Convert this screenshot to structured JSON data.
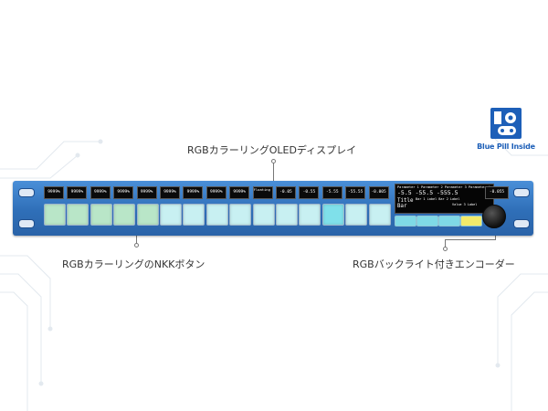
{
  "brand": {
    "logo_text": "Blue Pill Inside",
    "logo_color": "#1d5fb8"
  },
  "callouts": {
    "oled": "RGBカラーリングOLEDディスプレイ",
    "keys": "RGBカラーリングのNKKボタン",
    "encoder": "RGBバックライト付きエンコーダー"
  },
  "colors": {
    "panel": "#2f6fb8",
    "accent": "#1d5fb8"
  },
  "keys": [
    {
      "oled": "9999%",
      "color": "#b9e6c8"
    },
    {
      "oled": "9999%",
      "color": "#b9e6c8"
    },
    {
      "oled": "9999%",
      "color": "#b9e6c8"
    },
    {
      "oled": "9999%",
      "color": "#b9e6c8"
    },
    {
      "oled": "9999%",
      "color": "#b9e6c8"
    },
    {
      "oled": "9999%",
      "color": "#c8f0f2"
    },
    {
      "oled": "9999%",
      "color": "#c8f0f2"
    },
    {
      "oled": "9999%",
      "color": "#c8f0f2"
    },
    {
      "oled": "9999%",
      "color": "#c8f0f2"
    },
    {
      "oled": "Floating Point",
      "color": "#c8f0f2",
      "dim": true
    },
    {
      "oled": "-0.05",
      "color": "#c8f0f2"
    },
    {
      "oled": "-0.55",
      "color": "#c8f0f2"
    },
    {
      "oled": "-5.55",
      "color": "#7fe0ea"
    },
    {
      "oled": "-55.55",
      "color": "#c8f0f2"
    },
    {
      "oled": "-0.005",
      "color": "#c8f0f2"
    }
  ],
  "main_display": {
    "tabs": "Parameter 1 Parameter 2 Parameter 3 Parameter 4",
    "values": "-5.5  -55.5 -555.5",
    "bar": "Bar 1 Label  Bar 2 Label",
    "title_line1": "Title",
    "title_line2": "Bar",
    "sub": "Value 3 Label"
  },
  "encoder_buttons": [
    "#7fd9e6",
    "#7fd9e6",
    "#7fd9e6",
    "#f2ea6b"
  ],
  "encoder_oled": "-0.055"
}
